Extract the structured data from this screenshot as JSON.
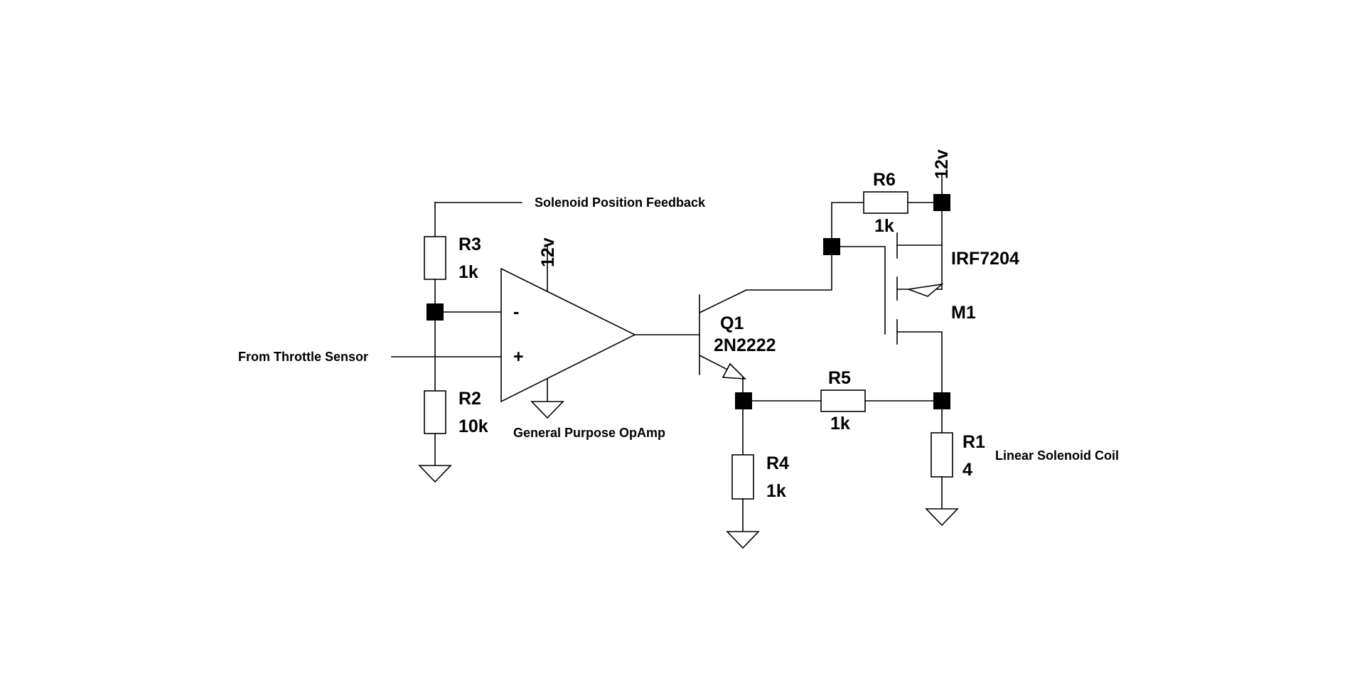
{
  "power": {
    "supply_label": "12v"
  },
  "notes": {
    "feedback": "Solenoid Position Feedback",
    "throttle": "From Throttle Sensor",
    "opamp": "General Purpose OpAmp",
    "coil": "Linear Solenoid Coil"
  },
  "opamp": {
    "minus": "-",
    "plus": "+"
  },
  "components": {
    "R1": {
      "ref": "R1",
      "value": "4"
    },
    "R2": {
      "ref": "R2",
      "value": "10k"
    },
    "R3": {
      "ref": "R3",
      "value": "1k"
    },
    "R4": {
      "ref": "R4",
      "value": "1k"
    },
    "R5": {
      "ref": "R5",
      "value": "1k"
    },
    "R6": {
      "ref": "R6",
      "value": "1k"
    },
    "Q1": {
      "ref": "Q1",
      "part": "2N2222"
    },
    "M1": {
      "ref": "M1",
      "part": "IRF7204"
    }
  }
}
